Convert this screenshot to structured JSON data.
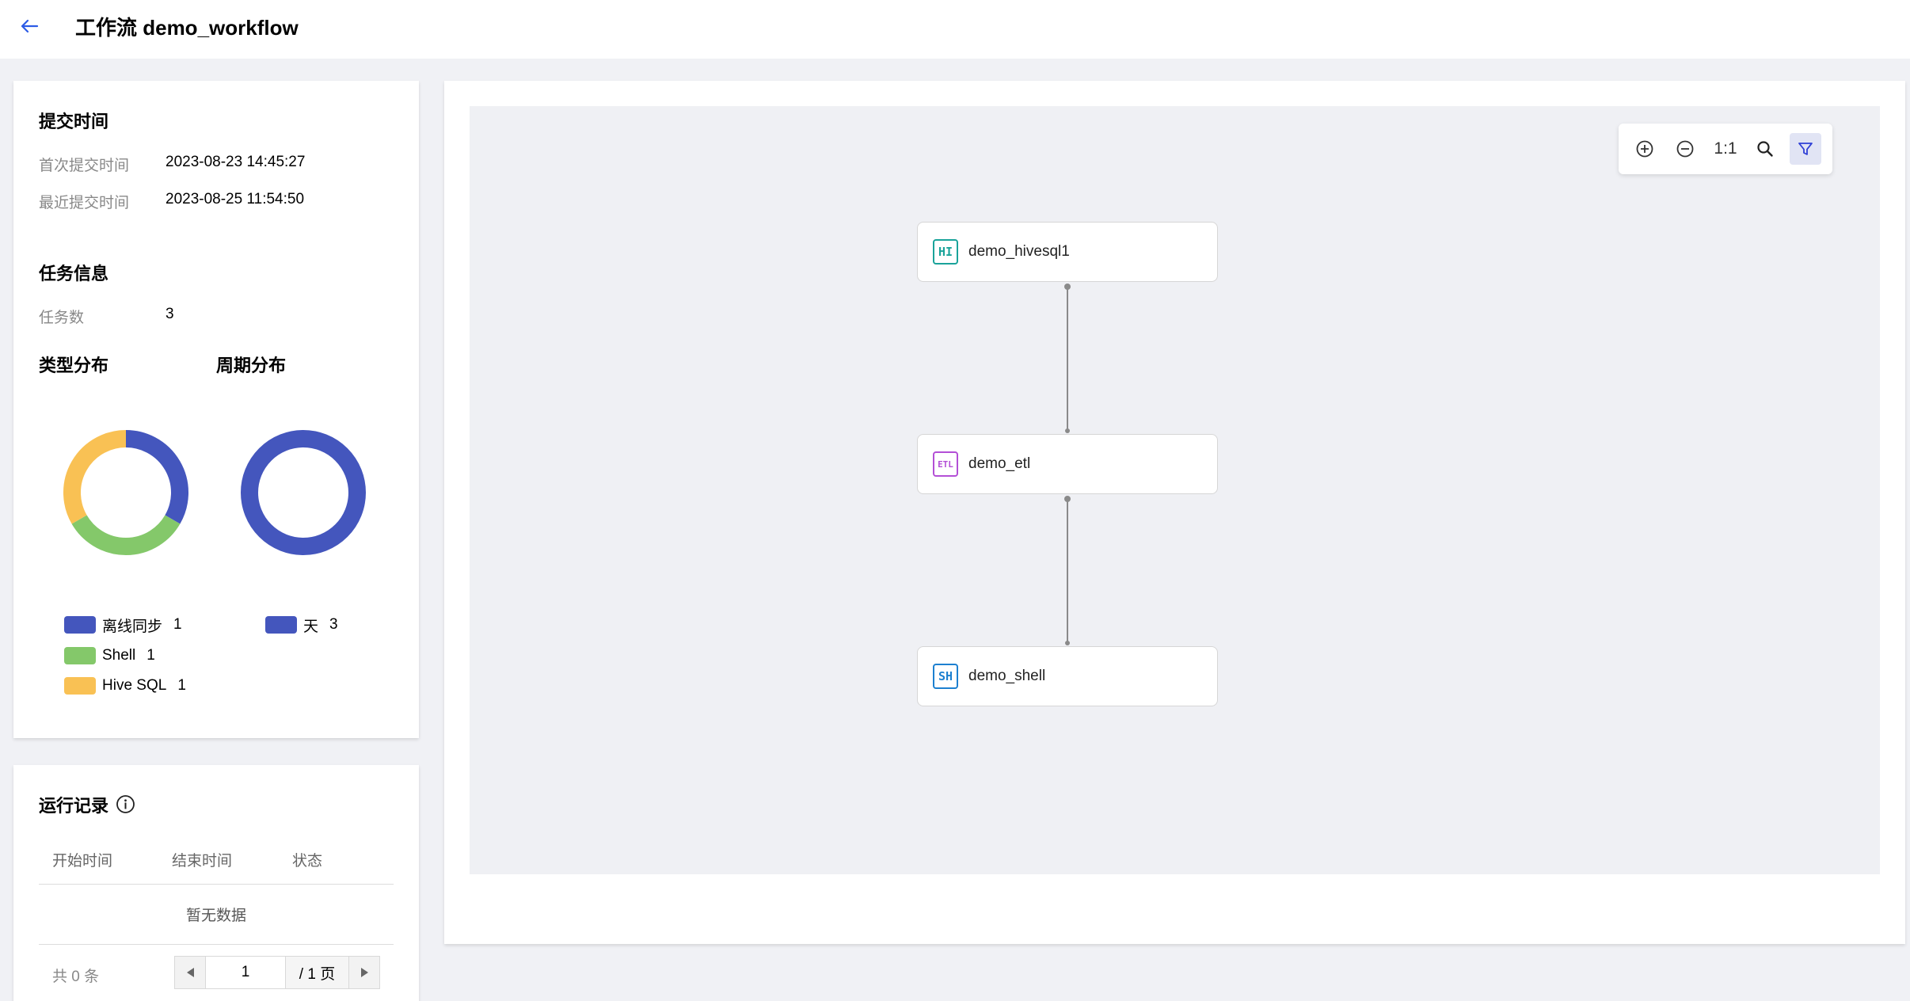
{
  "header": {
    "title": "工作流 demo_workflow"
  },
  "submit": {
    "title": "提交时间",
    "first_label": "首次提交时间",
    "first_value": "2023-08-23 14:45:27",
    "latest_label": "最近提交时间",
    "latest_value": "2023-08-25 11:54:50"
  },
  "task_info": {
    "title": "任务信息",
    "count_label": "任务数",
    "count_value": "3"
  },
  "type_dist": {
    "title": "类型分布",
    "items": [
      {
        "label": "离线同步",
        "count": "1",
        "color": "#4456bd"
      },
      {
        "label": "Shell",
        "count": "1",
        "color": "#84c86a"
      },
      {
        "label": "Hive SQL",
        "count": "1",
        "color": "#f9c154"
      }
    ]
  },
  "period_dist": {
    "title": "周期分布",
    "items": [
      {
        "label": "天",
        "count": "3",
        "color": "#4456bd"
      }
    ]
  },
  "chart_data": [
    {
      "type": "pie",
      "categories": [
        "离线同步",
        "Shell",
        "Hive SQL"
      ],
      "values": [
        1,
        1,
        1
      ]
    },
    {
      "type": "pie",
      "categories": [
        "天"
      ],
      "values": [
        3
      ]
    }
  ],
  "run_records": {
    "title": "运行记录",
    "columns": [
      "开始时间",
      "结束时间",
      "状态"
    ],
    "empty_text": "暂无数据",
    "total_text": "共  0  条",
    "page_value": "1",
    "page_total": "/ 1 页"
  },
  "toolbar": {
    "fit_label": "1:1"
  },
  "nodes": [
    {
      "icon_text": "HI",
      "name": "demo_hivesql1",
      "color": "#1aa39a"
    },
    {
      "icon_text": "ETL",
      "name": "demo_etl",
      "color": "#b34fd6"
    },
    {
      "icon_text": "SH",
      "name": "demo_shell",
      "color": "#1d80d0"
    }
  ]
}
